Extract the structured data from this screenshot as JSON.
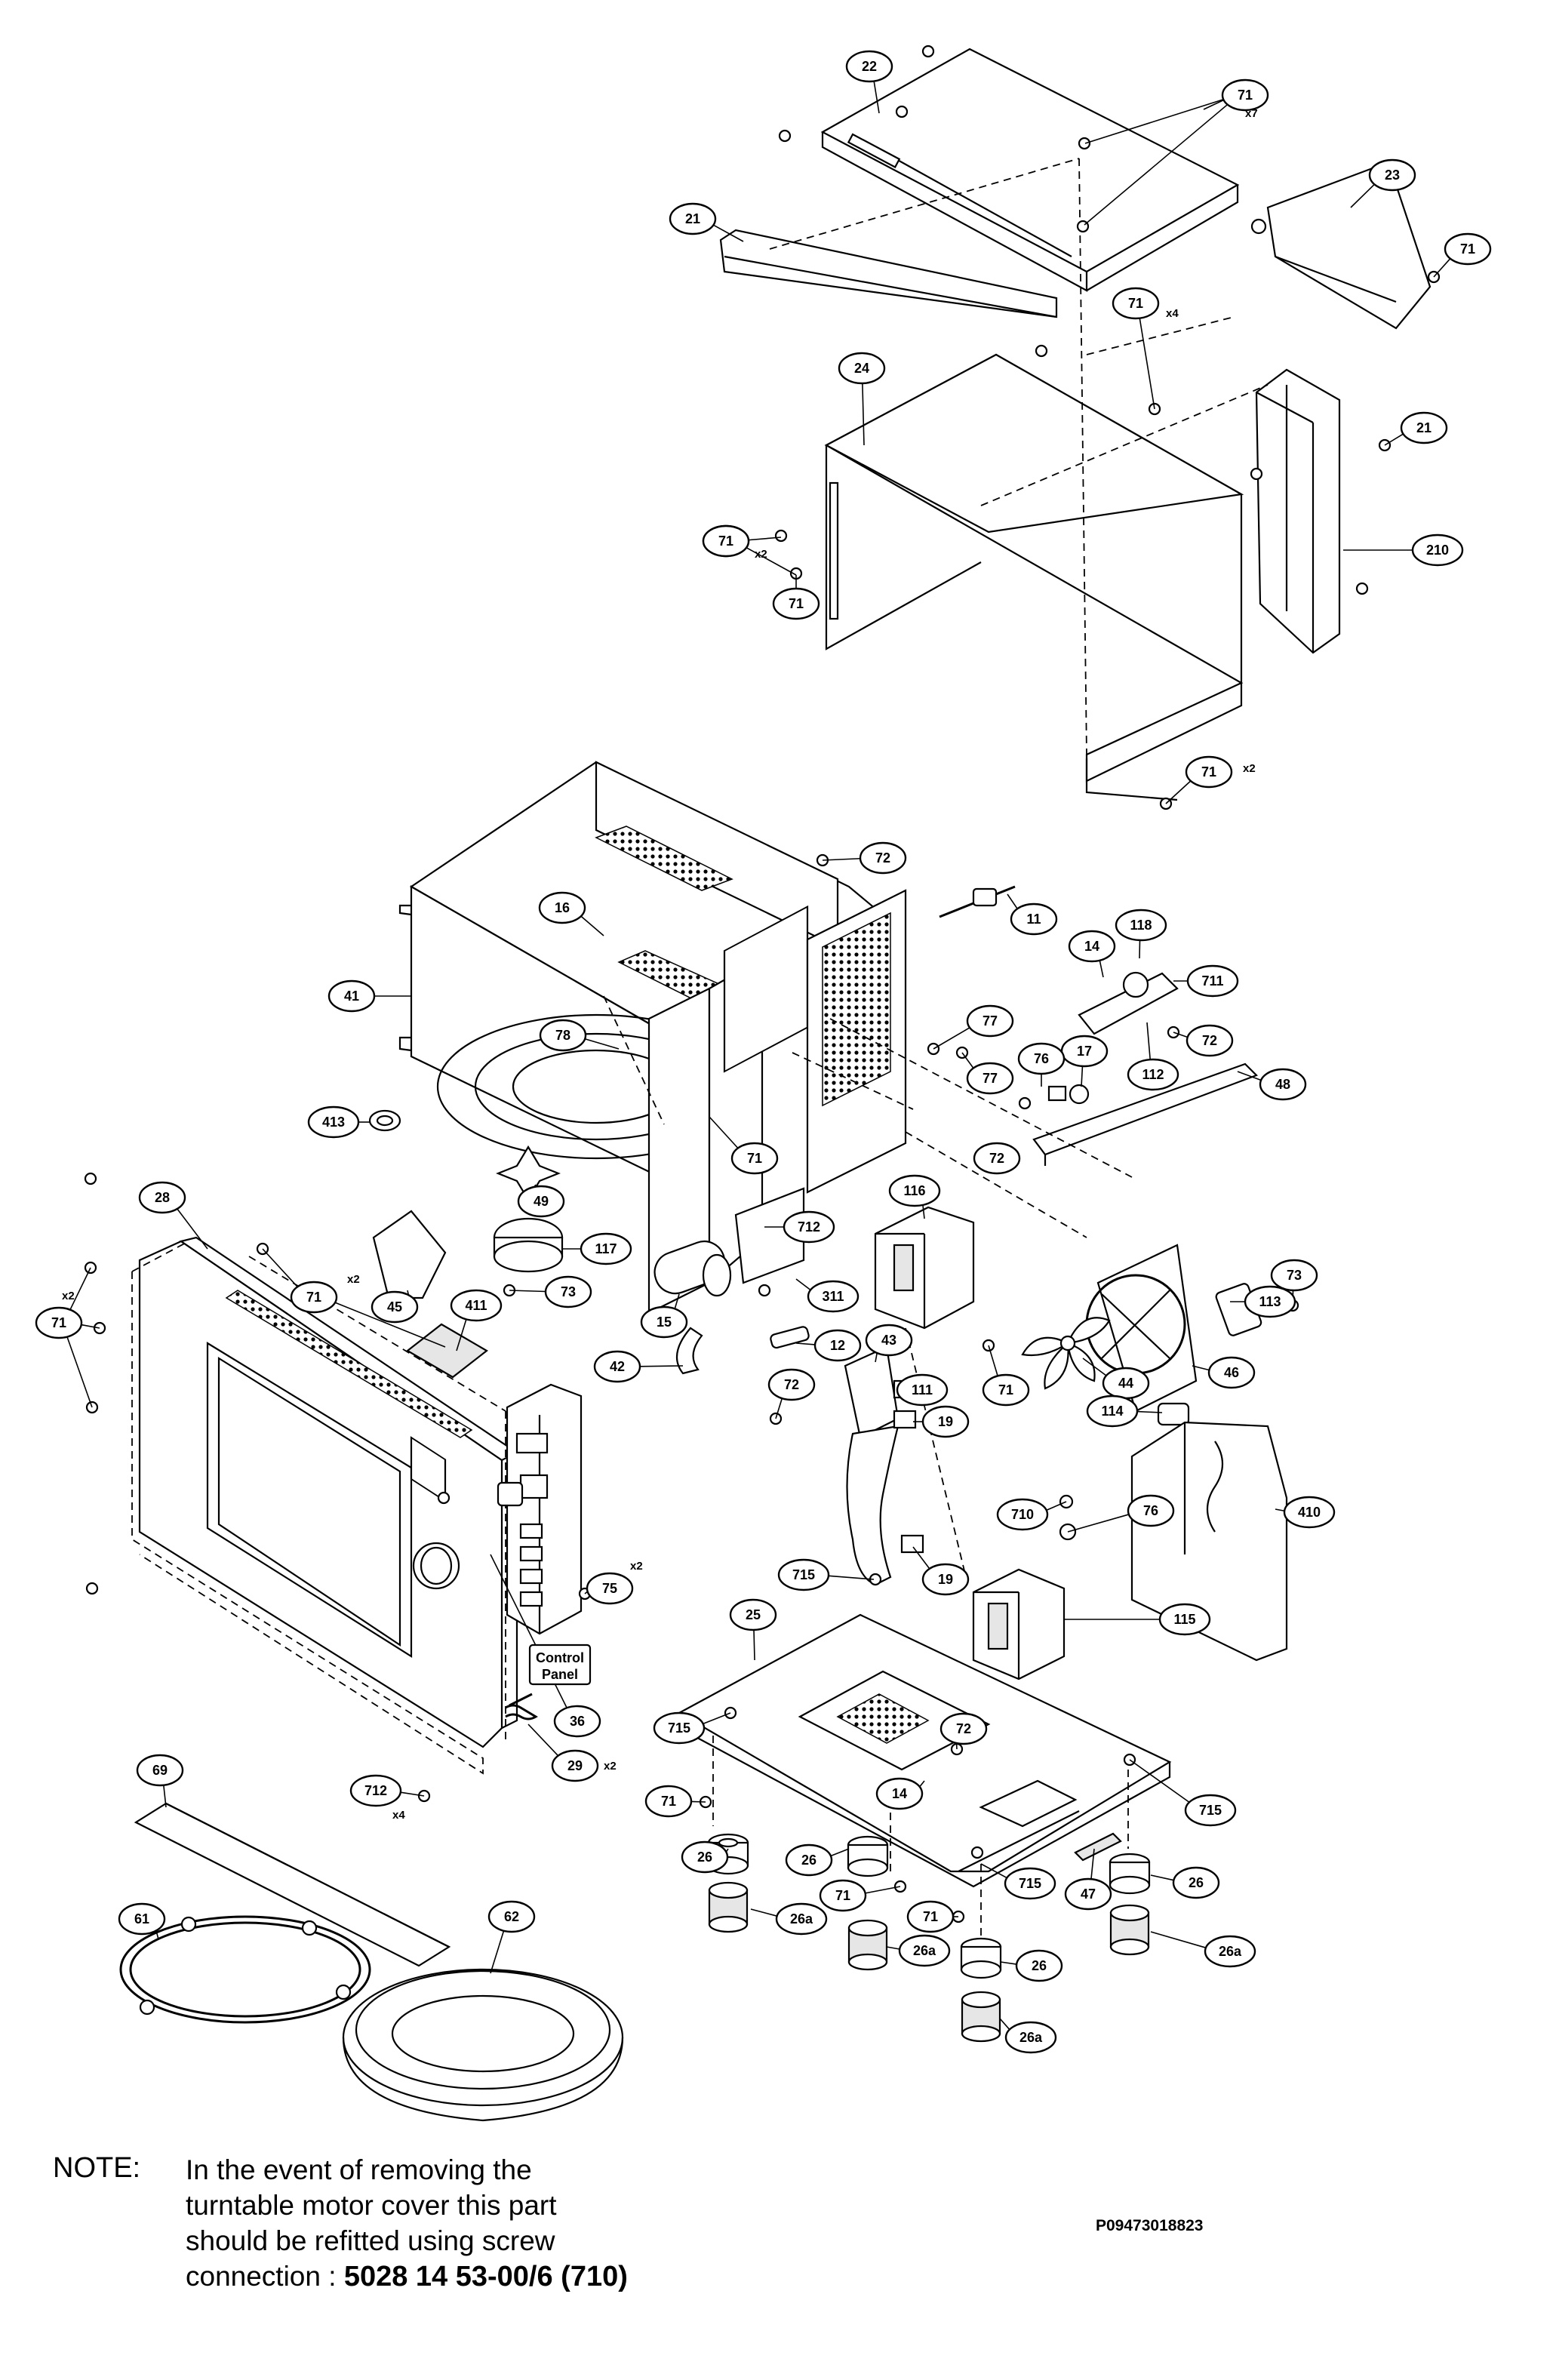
{
  "note": {
    "heading": "NOTE:",
    "line1": "In the event of removing the",
    "line2": "turntable motor cover this part",
    "line3": "should be refitted using screw",
    "line4_prefix": "connection : ",
    "part_number": "5028 14 53-00/6   (710)"
  },
  "reference_code": "P09473018823",
  "control_panel_label": [
    "Control",
    "Panel"
  ],
  "callouts": [
    {
      "id": "22"
    },
    {
      "id": "71",
      "qty": "x7"
    },
    {
      "id": "23"
    },
    {
      "id": "21"
    },
    {
      "id": "71"
    },
    {
      "id": "71",
      "qty": "x4"
    },
    {
      "id": "24"
    },
    {
      "id": "71"
    },
    {
      "id": "21"
    },
    {
      "id": "71",
      "qty": "x2"
    },
    {
      "id": "210"
    },
    {
      "id": "71"
    },
    {
      "id": "71",
      "qty": "x2"
    },
    {
      "id": "72"
    },
    {
      "id": "16"
    },
    {
      "id": "11"
    },
    {
      "id": "118"
    },
    {
      "id": "14"
    },
    {
      "id": "711"
    },
    {
      "id": "41"
    },
    {
      "id": "77"
    },
    {
      "id": "78"
    },
    {
      "id": "17"
    },
    {
      "id": "72"
    },
    {
      "id": "76"
    },
    {
      "id": "77"
    },
    {
      "id": "48"
    },
    {
      "id": "112"
    },
    {
      "id": "413"
    },
    {
      "id": "72"
    },
    {
      "id": "71"
    },
    {
      "id": "116"
    },
    {
      "id": "73"
    },
    {
      "id": "28"
    },
    {
      "id": "49"
    },
    {
      "id": "712"
    },
    {
      "id": "117"
    },
    {
      "id": "113"
    },
    {
      "id": "71",
      "qty": "x2"
    },
    {
      "id": "45"
    },
    {
      "id": "411"
    },
    {
      "id": "73"
    },
    {
      "id": "311"
    },
    {
      "id": "71",
      "qty": "x2"
    },
    {
      "id": "15"
    },
    {
      "id": "43"
    },
    {
      "id": "12"
    },
    {
      "id": "42"
    },
    {
      "id": "111"
    },
    {
      "id": "71"
    },
    {
      "id": "44"
    },
    {
      "id": "46"
    },
    {
      "id": "72"
    },
    {
      "id": "19"
    },
    {
      "id": "114"
    },
    {
      "id": "710"
    },
    {
      "id": "76"
    },
    {
      "id": "410"
    },
    {
      "id": "715"
    },
    {
      "id": "75",
      "qty": "x2"
    },
    {
      "id": "19"
    },
    {
      "id": "115"
    },
    {
      "id": "25"
    },
    {
      "id": "36"
    },
    {
      "id": "715"
    },
    {
      "id": "72"
    },
    {
      "id": "29",
      "qty": "x2"
    },
    {
      "id": "69"
    },
    {
      "id": "712",
      "qty": "x4"
    },
    {
      "id": "14"
    },
    {
      "id": "715"
    },
    {
      "id": "71"
    },
    {
      "id": "26"
    },
    {
      "id": "26"
    },
    {
      "id": "71"
    },
    {
      "id": "715"
    },
    {
      "id": "47"
    },
    {
      "id": "26"
    },
    {
      "id": "71"
    },
    {
      "id": "26a"
    },
    {
      "id": "26a"
    },
    {
      "id": "26"
    },
    {
      "id": "26a"
    },
    {
      "id": "61"
    },
    {
      "id": "62"
    },
    {
      "id": "26a"
    }
  ]
}
